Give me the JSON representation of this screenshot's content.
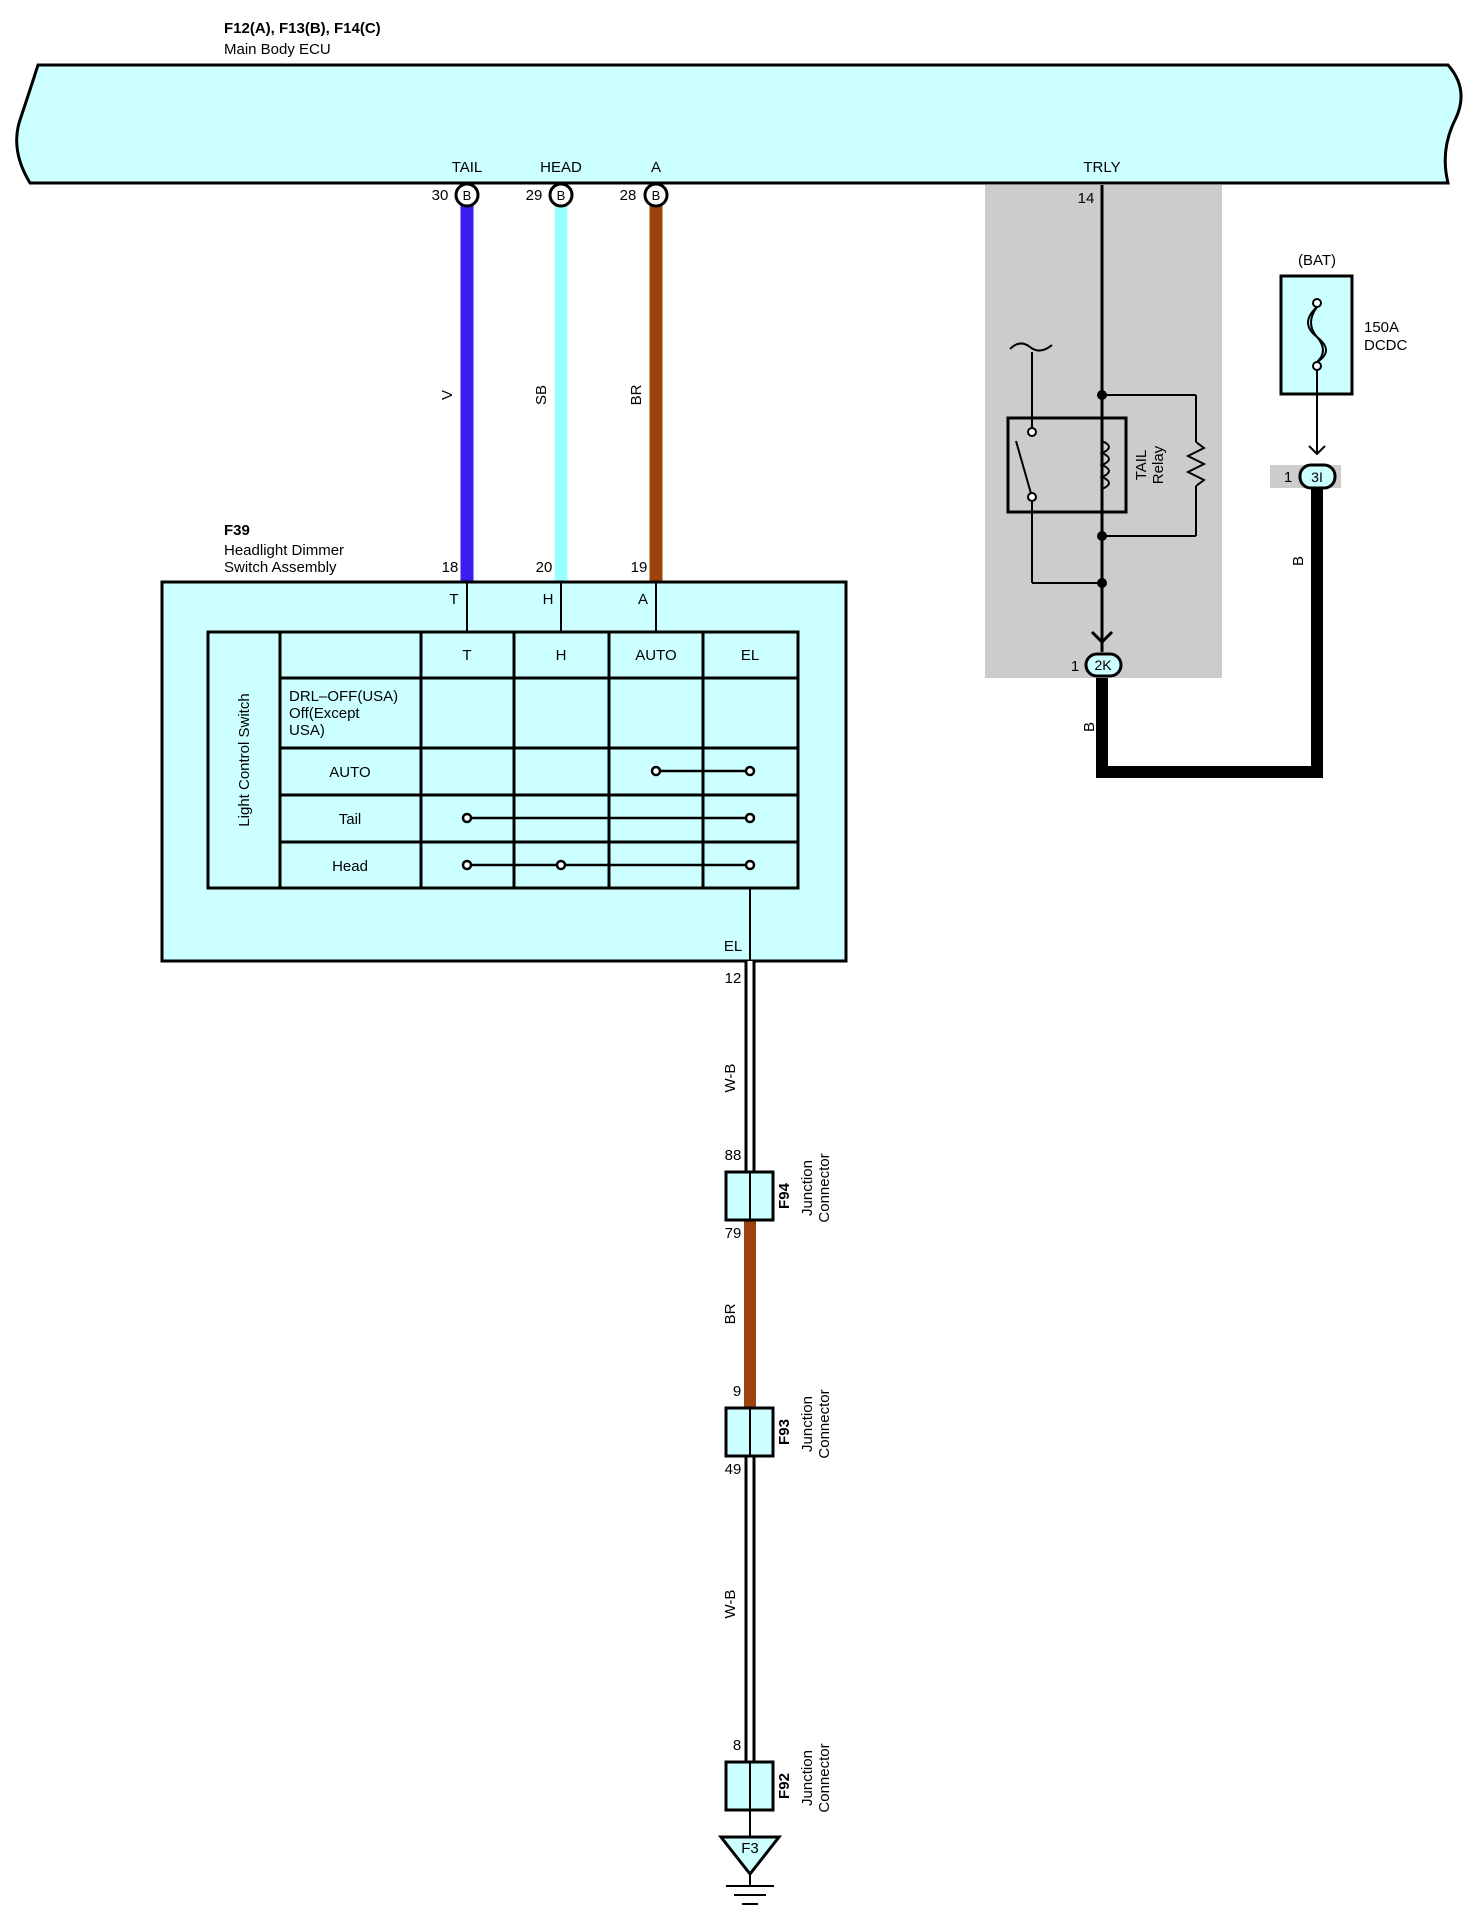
{
  "ecu": {
    "ref": "F12(A), F13(B), F14(C)",
    "name": "Main Body ECU",
    "pins": [
      {
        "label": "TAIL",
        "num": "30",
        "conn": "B"
      },
      {
        "label": "HEAD",
        "num": "29",
        "conn": "B"
      },
      {
        "label": "A",
        "num": "28",
        "conn": "B"
      },
      {
        "label": "TRLY",
        "num": "14"
      }
    ]
  },
  "wires": {
    "tail": {
      "color_code": "V",
      "hex": "#3a1ef0"
    },
    "head": {
      "color_code": "SB",
      "hex": "#99ffff"
    },
    "auto": {
      "color_code": "BR",
      "hex": "#a0400e"
    },
    "ground1": {
      "color_code": "W-B"
    },
    "junction": {
      "color_code": "BR",
      "hex": "#a0400e"
    },
    "ground2": {
      "color_code": "W-B"
    },
    "relay_out": {
      "color_code": "B"
    },
    "bat": {
      "color_code": "B"
    }
  },
  "switch": {
    "ref": "F39",
    "name_line1": "Headlight Dimmer",
    "name_line2": "Switch Assembly",
    "pins": [
      {
        "num": "18",
        "term": "T"
      },
      {
        "num": "20",
        "term": "H"
      },
      {
        "num": "19",
        "term": "A"
      }
    ],
    "ground_term": "EL",
    "ground_pin": "12",
    "table": {
      "side_label": "Light Control Switch",
      "columns": [
        "T",
        "H",
        "AUTO",
        "EL"
      ],
      "rows": [
        {
          "lines": [
            "DRL–OFF(USA)",
            "Off(Except",
            "USA)"
          ]
        },
        {
          "lines": [
            "AUTO"
          ]
        },
        {
          "lines": [
            "Tail"
          ]
        },
        {
          "lines": [
            "Head"
          ]
        }
      ]
    }
  },
  "relay": {
    "name_line1": "TAIL",
    "name_line2": "Relay",
    "conn_pin": "1",
    "conn_label": "2K"
  },
  "fuse": {
    "source": "(BAT)",
    "rating": "150A",
    "name": "DCDC",
    "conn_pin": "1",
    "conn_label": "3I"
  },
  "junctions": [
    {
      "ref": "F94",
      "name_line1": "Junction",
      "name_line2": "Connector",
      "pin_in": "88",
      "pin_out": "79"
    },
    {
      "ref": "F93",
      "name_line1": "Junction",
      "name_line2": "Connector",
      "pin_in": "9",
      "pin_out": "49"
    },
    {
      "ref": "F92",
      "name_line1": "Junction",
      "name_line2": "Connector",
      "pin_in": "8"
    }
  ],
  "ground": {
    "ref": "F3"
  },
  "colors": {
    "component_fill": "#ccffff",
    "relay_box": "#cccccc",
    "wire_black": "#000000"
  }
}
